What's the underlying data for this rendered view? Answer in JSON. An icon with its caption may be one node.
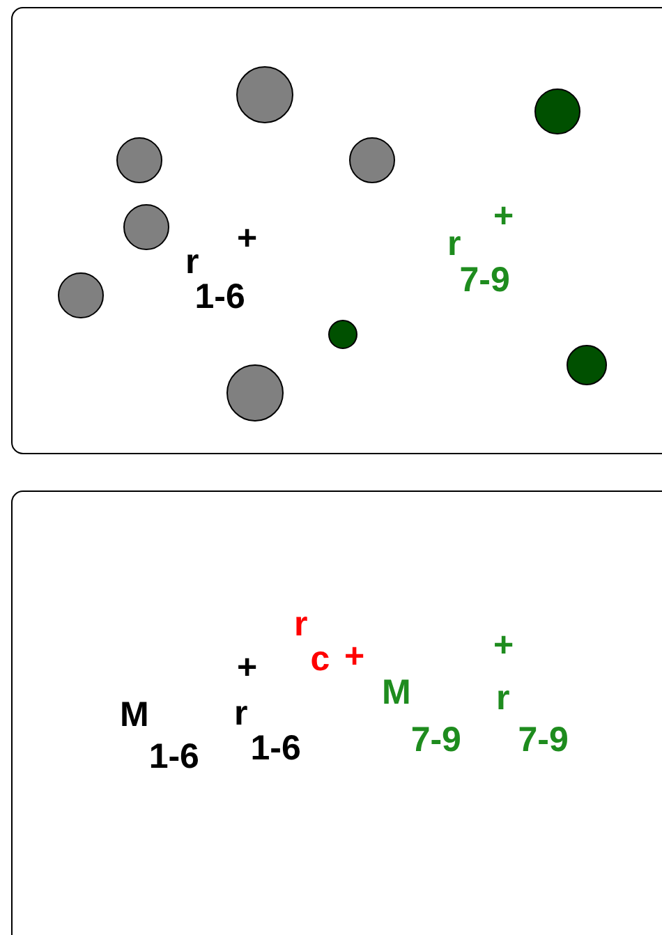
{
  "diagram": {
    "labels": [
      "+",
      "+",
      "r$_{1-6}$",
      "r$_{7-9}$",
      "r$_{c}$",
      "+",
      "+",
      "+",
      "M$_{1-6}$",
      "r$_{1-6}$",
      "M$_{7-9}$",
      "r$_{7-9}$"
    ]
  }
}
